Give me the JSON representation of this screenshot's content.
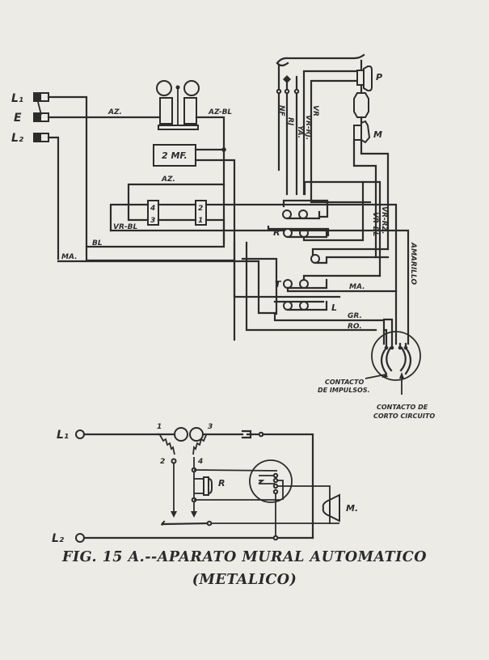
{
  "figure": {
    "caption_line1": "FIG. 15 A.--APARATO MURAL AUTOMATICO",
    "caption_line2": "(METALICO)"
  },
  "colors": {
    "paper": "#ecebe6",
    "ink": "#2c2c2c"
  },
  "upper_diagram": {
    "terminals": [
      {
        "label": "L₁"
      },
      {
        "label": "E"
      },
      {
        "label": "L₂"
      }
    ],
    "wire_labels": {
      "az": "AZ.",
      "az_bl": "AZ-BL",
      "az2": "AZ.",
      "vr_bl": "VR-BL",
      "bl": "BL",
      "ma": "MA.",
      "nf": "NF",
      "rj": "RJ",
      "ya": "YA.",
      "vr": "VR",
      "vr_rj": "VR-RJ.",
      "vr_rz": "VR-RZ.",
      "vr_bl_right": "VR-BL",
      "amarillo": "AMARILLO",
      "ma_right": "MA.",
      "gr": "GR.",
      "ro": "RO."
    },
    "condenser_label": "2 MF.",
    "induction_coil_terminals": [
      "4",
      "3",
      "2",
      "1"
    ],
    "switch_labels": {
      "r": "R",
      "t": "T",
      "l": "L"
    },
    "handset_labels": {
      "p": "P",
      "m": "M"
    },
    "dial_labels": {
      "impulse_contact": [
        "CONTACTO",
        "DE IMPULSOS."
      ],
      "short_circuit_contact": [
        "CONTACTO DE",
        "CORTO CIRCUITO"
      ]
    }
  },
  "lower_diagram": {
    "terminals": [
      {
        "label": "L₁"
      },
      {
        "label": "L₂"
      }
    ],
    "node_numbers": [
      "1",
      "2",
      "3",
      "4"
    ],
    "receiver_label": "R",
    "microphone_label": "M."
  }
}
